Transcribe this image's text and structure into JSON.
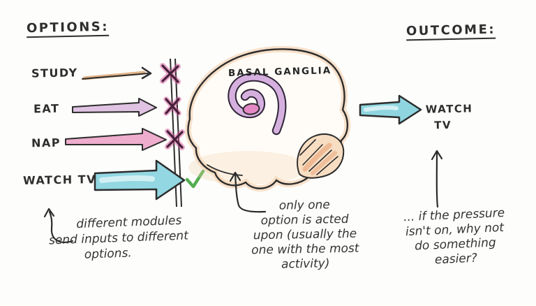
{
  "headings": {
    "options": "OPTIONS:",
    "outcome": "OUTCOME:"
  },
  "options": {
    "items": [
      {
        "label": "STUDY",
        "marker": "x-mark"
      },
      {
        "label": "EAT",
        "marker": "x-mark"
      },
      {
        "label": "NAP",
        "marker": "x-mark"
      },
      {
        "label": "WATCH TV",
        "marker": "check-mark"
      }
    ]
  },
  "brain": {
    "label": "BASAL GANGLIA"
  },
  "outcome": {
    "lines": [
      "WATCH",
      "TV"
    ]
  },
  "annotations": {
    "left": {
      "lines": [
        "different modules",
        "send inputs to different",
        "options."
      ]
    },
    "middle": {
      "lines": [
        "only one",
        "option is acted",
        "upon (usually the",
        "one with the most",
        "activity)"
      ]
    },
    "right": {
      "lines": [
        "... if the pressure",
        "isn't on, why not",
        "do something",
        "easier?"
      ]
    }
  },
  "colors": {
    "ink": "#2c2c2c",
    "study_arrow_tan": "#d9a06b",
    "eat_arrow_lavender": "#e0c3e2",
    "nap_arrow_pink": "#eeadcd",
    "watchtv_arrow_teal": "#92d7e2",
    "outcome_arrow_teal": "#8fd5e0",
    "x_mark_pink": "#d6569c",
    "x_mark_dark": "#47203a",
    "check_green": "#53ae50",
    "brain_shade_peach": "#f1c69e",
    "cerebellum_orange": "#e8a275",
    "spiral_purple": "#d5b0de",
    "spiral_center_pink": "#e489c4"
  }
}
